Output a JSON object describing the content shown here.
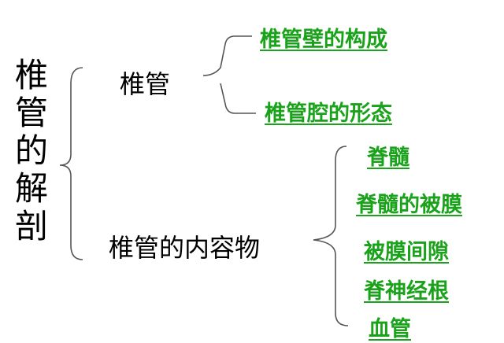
{
  "root": {
    "chars": [
      "椎",
      "管",
      "的",
      "解",
      "剖"
    ]
  },
  "branches": [
    {
      "label": "椎管",
      "children": [
        "椎管壁的构成",
        "椎管腔的形态"
      ]
    },
    {
      "label": "椎管的内容物",
      "children": [
        "脊髓",
        "脊髓的被膜",
        "被膜间隙",
        "脊神经根",
        "血管"
      ]
    }
  ],
  "colors": {
    "link": "#1aa31a",
    "text": "#000000",
    "brace": "#555555"
  }
}
